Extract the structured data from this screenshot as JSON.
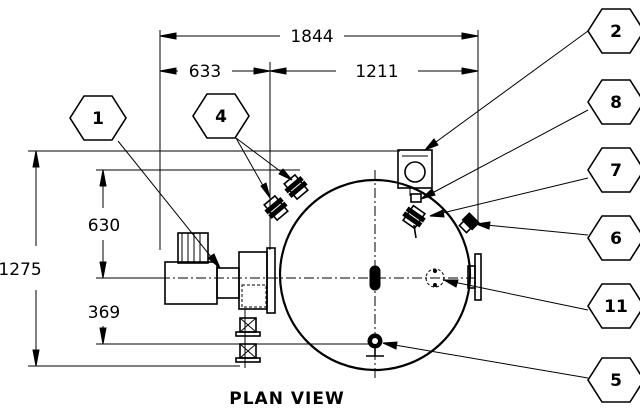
{
  "dimensions": {
    "overall_width": "1844",
    "left_width": "633",
    "right_width": "1211",
    "overall_height": "1275",
    "upper_height": "630",
    "lower_height": "369"
  },
  "tags": {
    "t1": "1",
    "t2": "2",
    "t4": "4",
    "t5": "5",
    "t6": "6",
    "t7": "7",
    "t8": "8",
    "t11": "11"
  },
  "title": "PLAN VIEW"
}
